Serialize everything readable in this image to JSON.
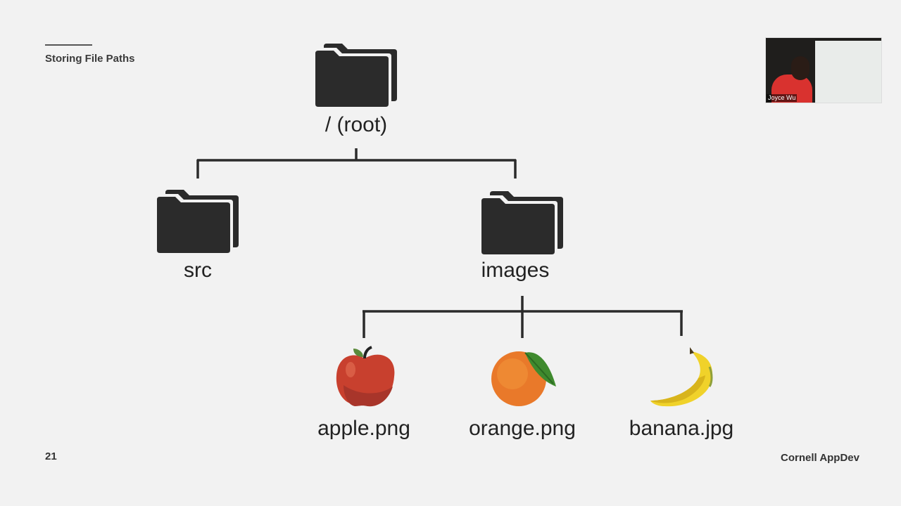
{
  "header": {
    "title": "Storing File Paths"
  },
  "footer": {
    "slide_number": "21",
    "brand": "Cornell AppDev"
  },
  "tree": {
    "root": {
      "label": "/ (root)",
      "icon": "folder-icon"
    },
    "src": {
      "label": "src",
      "icon": "folder-icon"
    },
    "images": {
      "label": "images",
      "icon": "folder-icon"
    },
    "files": [
      {
        "label": "apple.png",
        "icon": "apple-icon"
      },
      {
        "label": "orange.png",
        "icon": "orange-icon"
      },
      {
        "label": "banana.jpg",
        "icon": "banana-icon"
      }
    ]
  },
  "webcam": {
    "name": "Joyce Wu"
  },
  "colors": {
    "background": "#f2f2f2",
    "folder": "#2b2b2b",
    "connector": "#2b2b2b"
  }
}
